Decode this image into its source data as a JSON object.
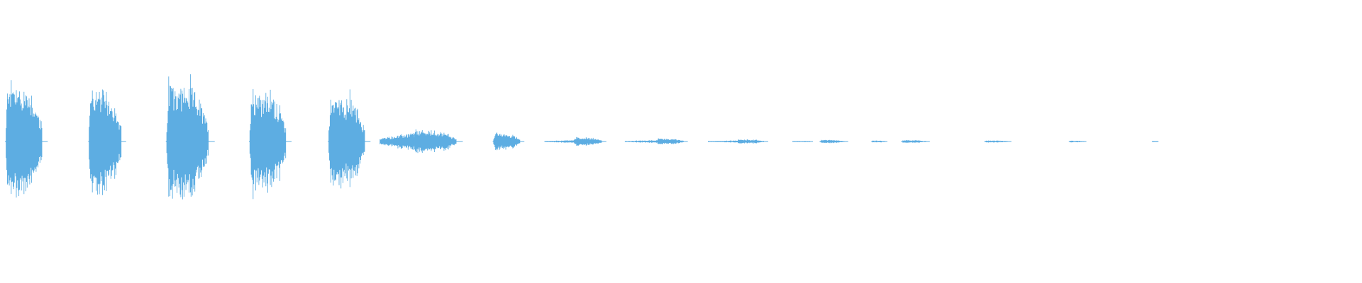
{
  "waveform": {
    "color": "#5dade2",
    "baseline_color": "#5dade2",
    "duration_fraction_covered": 0.69,
    "segments": [
      {
        "start": 0.004,
        "end": 0.031,
        "amplitude": 0.85,
        "shape": "burst"
      },
      {
        "start": 0.065,
        "end": 0.089,
        "amplitude": 0.78,
        "shape": "burst"
      },
      {
        "start": 0.122,
        "end": 0.153,
        "amplitude": 0.86,
        "shape": "burst"
      },
      {
        "start": 0.183,
        "end": 0.21,
        "amplitude": 0.78,
        "shape": "burst"
      },
      {
        "start": 0.241,
        "end": 0.268,
        "amplitude": 0.68,
        "shape": "burst"
      },
      {
        "start": 0.279,
        "end": 0.304,
        "amplitude": 0.12,
        "shape": "swell"
      },
      {
        "start": 0.303,
        "end": 0.335,
        "amplitude": 0.16,
        "shape": "burst"
      },
      {
        "start": 0.362,
        "end": 0.382,
        "amplitude": 0.12,
        "shape": "burst"
      },
      {
        "start": 0.4,
        "end": 0.422,
        "amplitude": 0.02,
        "shape": "swell"
      },
      {
        "start": 0.421,
        "end": 0.442,
        "amplitude": 0.06,
        "shape": "burst"
      },
      {
        "start": 0.459,
        "end": 0.483,
        "amplitude": 0.02,
        "shape": "swell"
      },
      {
        "start": 0.482,
        "end": 0.502,
        "amplitude": 0.04,
        "shape": "burst"
      },
      {
        "start": 0.52,
        "end": 0.542,
        "amplitude": 0.015,
        "shape": "swell"
      },
      {
        "start": 0.541,
        "end": 0.561,
        "amplitude": 0.03,
        "shape": "burst"
      },
      {
        "start": 0.582,
        "end": 0.595,
        "amplitude": 0.01,
        "shape": "swell"
      },
      {
        "start": 0.602,
        "end": 0.62,
        "amplitude": 0.025,
        "shape": "burst"
      },
      {
        "start": 0.64,
        "end": 0.65,
        "amplitude": 0.015,
        "shape": "burst"
      },
      {
        "start": 0.662,
        "end": 0.68,
        "amplitude": 0.02,
        "shape": "burst"
      },
      {
        "start": 0.723,
        "end": 0.74,
        "amplitude": 0.015,
        "shape": "burst"
      },
      {
        "start": 0.785,
        "end": 0.796,
        "amplitude": 0.012,
        "shape": "burst"
      },
      {
        "start": 0.846,
        "end": 0.85,
        "amplitude": 0.01,
        "shape": "burst"
      }
    ]
  }
}
